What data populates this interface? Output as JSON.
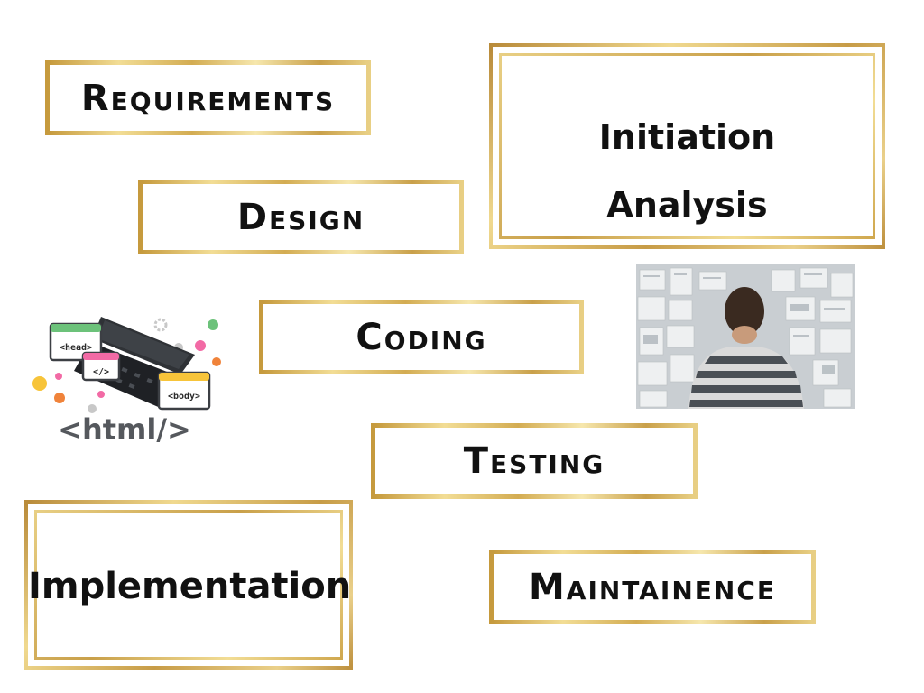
{
  "stages": {
    "requirements": "Requirements",
    "design": "Design",
    "coding": "Coding",
    "testing": "Testing",
    "maintainence": "Maintainence",
    "initiation": "Initiation",
    "analysis": "Analysis",
    "implementation": "Implementation"
  },
  "illustration": {
    "head_tag": "<head>",
    "code_tag": "</>",
    "body_tag": "<body>",
    "html_tag": "<html/>"
  },
  "icons": {
    "photo": "person-viewing-board-photo",
    "illustration": "laptop-html-icon"
  },
  "colors": {
    "gold": "#d8b85e",
    "text": "#111111",
    "background": "#ffffff"
  }
}
